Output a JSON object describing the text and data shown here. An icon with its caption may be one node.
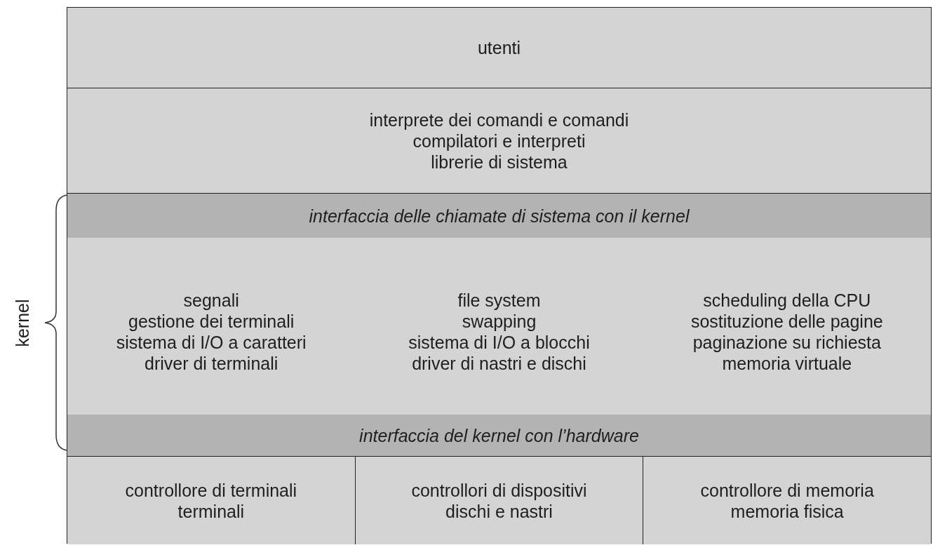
{
  "diagram": {
    "nodes": [
      {
        "text": [
          "utenti"
        ]
      },
      {
        "text": [
          "interprete dei comandi e comandi",
          "compilatori e interpreti",
          "librerie di sistema"
        ]
      },
      {
        "text": [
          "interfaccia delle chiamate di sistema con il kernel"
        ]
      },
      {
        "text": [
          "segnali",
          "gestione dei terminali",
          "sistema di I/O a caratteri",
          "driver di terminali"
        ]
      },
      {
        "text": [
          "file system",
          "swapping",
          "sistema di I/O a blocchi",
          "driver di nastri e dischi"
        ]
      },
      {
        "text": [
          "scheduling della CPU",
          "sostituzione delle pagine",
          "paginazione su richiesta",
          "memoria virtuale"
        ]
      },
      {
        "text": [
          "interfaccia del kernel con l’hardware"
        ]
      },
      {
        "text": [
          "controllore di terminali",
          "terminali"
        ]
      },
      {
        "text": [
          "controllori di dispositivi",
          "dischi e nastri"
        ]
      },
      {
        "text": [
          "controllore di memoria",
          "memoria fisica"
        ]
      }
    ],
    "labels": [
      "kernel"
    ]
  }
}
